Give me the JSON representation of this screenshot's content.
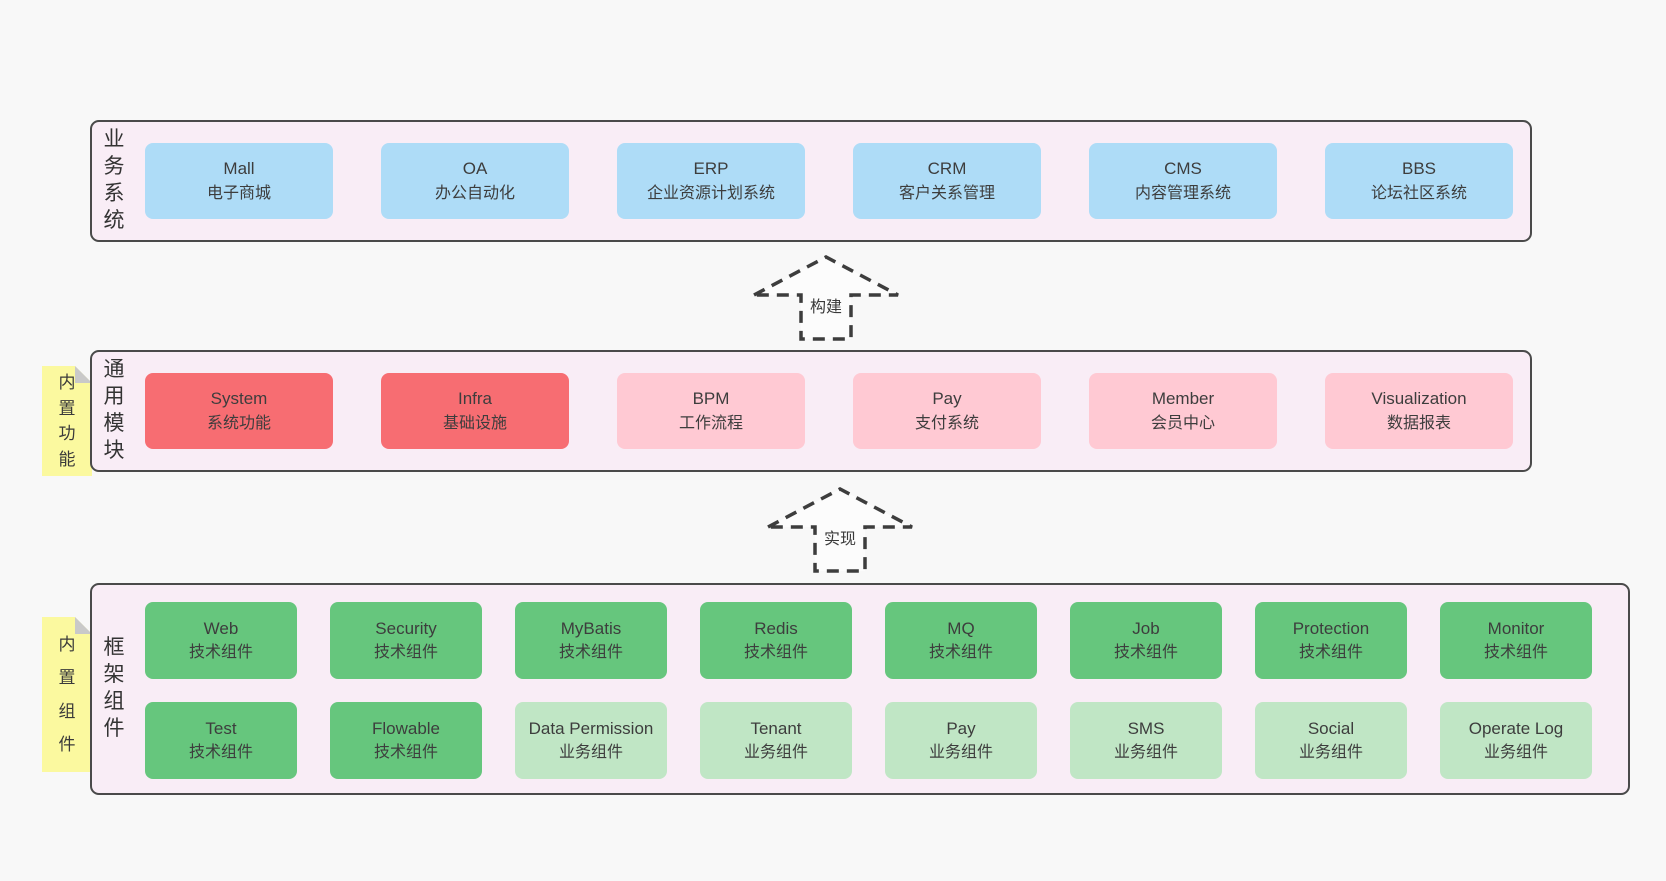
{
  "colors": {
    "bg": "#f8f8f8",
    "panel": "#f9edf6",
    "border": "#4a4a4a",
    "blue": "#aedcf7",
    "red": "#f76d72",
    "pink": "#ffc9d3",
    "green": "#66c67d",
    "lightgreen": "#c0e6c5",
    "sticky": "#fbf99f"
  },
  "arrows": {
    "build": "构建",
    "implement": "实现"
  },
  "layers": {
    "business": {
      "label": "业务系统",
      "boxes": [
        {
          "title": "Mall",
          "subtitle": "电子商城"
        },
        {
          "title": "OA",
          "subtitle": "办公自动化"
        },
        {
          "title": "ERP",
          "subtitle": "企业资源计划系统"
        },
        {
          "title": "CRM",
          "subtitle": "客户关系管理"
        },
        {
          "title": "CMS",
          "subtitle": "内容管理系统"
        },
        {
          "title": "BBS",
          "subtitle": "论坛社区系统"
        }
      ]
    },
    "modules": {
      "label": "通用模块",
      "sticky": "内置功能",
      "boxes": [
        {
          "title": "System",
          "subtitle": "系统功能"
        },
        {
          "title": "Infra",
          "subtitle": "基础设施"
        },
        {
          "title": "BPM",
          "subtitle": "工作流程"
        },
        {
          "title": "Pay",
          "subtitle": "支付系统"
        },
        {
          "title": "Member",
          "subtitle": "会员中心"
        },
        {
          "title": "Visualization",
          "subtitle": "数据报表"
        }
      ]
    },
    "components": {
      "label": "框架组件",
      "sticky": "内置组件",
      "row1": [
        {
          "title": "Web",
          "subtitle": "技术组件"
        },
        {
          "title": "Security",
          "subtitle": "技术组件"
        },
        {
          "title": "MyBatis",
          "subtitle": "技术组件"
        },
        {
          "title": "Redis",
          "subtitle": "技术组件"
        },
        {
          "title": "MQ",
          "subtitle": "技术组件"
        },
        {
          "title": "Job",
          "subtitle": "技术组件"
        },
        {
          "title": "Protection",
          "subtitle": "技术组件"
        },
        {
          "title": "Monitor",
          "subtitle": "技术组件"
        }
      ],
      "row2": [
        {
          "title": "Test",
          "subtitle": "技术组件"
        },
        {
          "title": "Flowable",
          "subtitle": "技术组件"
        },
        {
          "title": "Data Permission",
          "subtitle": "业务组件"
        },
        {
          "title": "Tenant",
          "subtitle": "业务组件"
        },
        {
          "title": "Pay",
          "subtitle": "业务组件"
        },
        {
          "title": "SMS",
          "subtitle": "业务组件"
        },
        {
          "title": "Social",
          "subtitle": "业务组件"
        },
        {
          "title": "Operate Log",
          "subtitle": "业务组件"
        }
      ]
    }
  }
}
